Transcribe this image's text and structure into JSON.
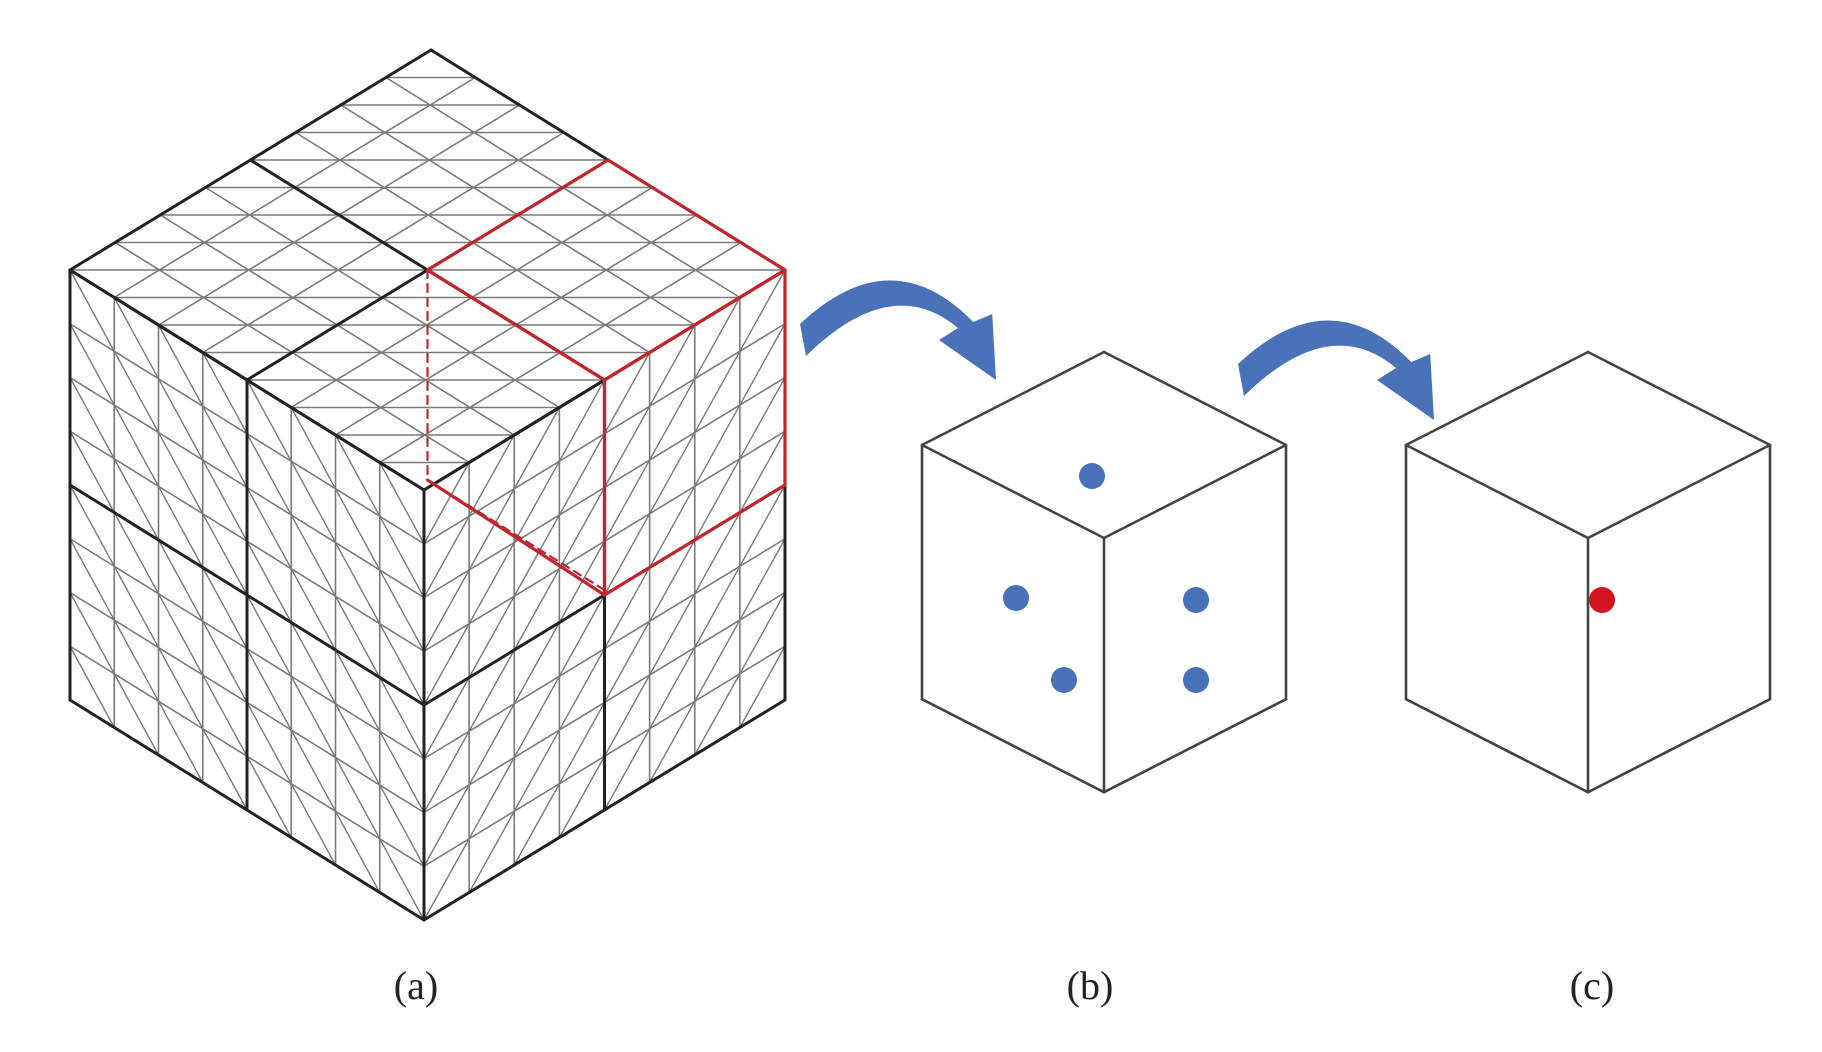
{
  "panels": [
    {
      "label": "(a)"
    },
    {
      "label": "(b)"
    },
    {
      "label": "(c)"
    }
  ],
  "colors": {
    "grid_line": "#7a7a7a",
    "outline": "#222222",
    "highlight": "#c0272d",
    "arrow": "#4a72b8",
    "point": "#4a72b8",
    "center_point": "#d11420"
  },
  "grid": {
    "subdivisions_per_edge": 8,
    "blocks_per_edge": 2,
    "highlighted_block": "top-front-right"
  },
  "cube_b": {
    "point_count": 5
  },
  "cube_c": {
    "point_count": 1
  }
}
